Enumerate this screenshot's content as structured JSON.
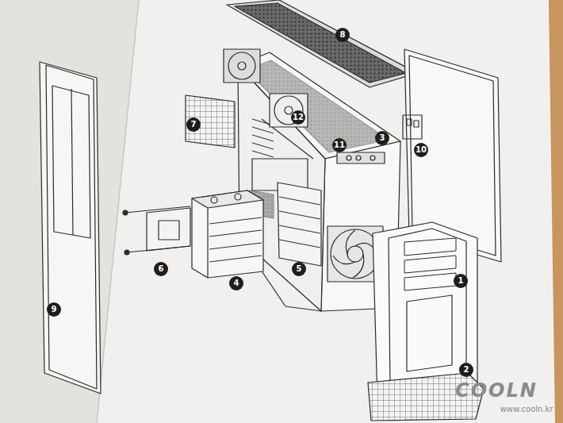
{
  "diagram": {
    "labels": [
      "8",
      "7",
      "12",
      "3",
      "11",
      "10",
      "6",
      "4",
      "5",
      "1",
      "9",
      "2",
      "COOLN",
      "www.cooln.kr"
    ]
  }
}
